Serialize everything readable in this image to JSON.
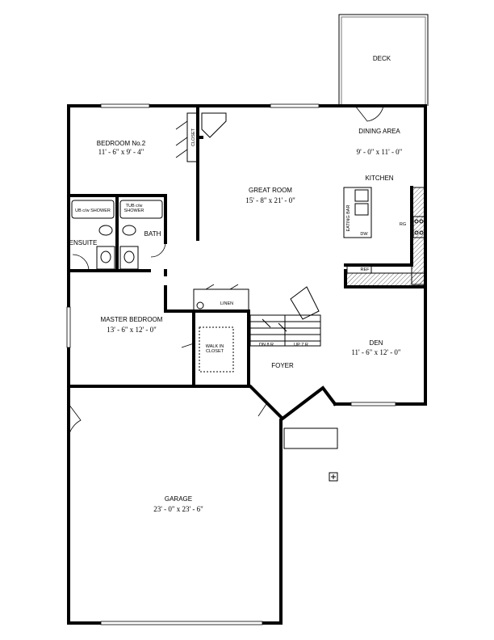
{
  "rooms": {
    "deck": {
      "name": "DECK"
    },
    "dining": {
      "name": "DINING AREA",
      "size": "9' - 0\" x 11' - 0\""
    },
    "kitchen": {
      "name": "KITCHEN"
    },
    "bedroom2": {
      "name": "BEDROOM No.2",
      "size": "11' - 6\" x 9' - 4\""
    },
    "great_room": {
      "name": "GREAT ROOM",
      "size": "15' - 8\" x 21' - 0\""
    },
    "ensuite": {
      "name": "ENSUITE"
    },
    "bath": {
      "name": "BATH"
    },
    "master": {
      "name": "MASTER BEDROOM",
      "size": "13' - 6\" x 12' - 0\""
    },
    "den": {
      "name": "DEN",
      "size": "11' - 6\" x 12' - 0\""
    },
    "foyer": {
      "name": "FOYER"
    },
    "garage": {
      "name": "GARAGE",
      "size": "23' - 0\" x 23' - 6\""
    }
  },
  "fixtures": {
    "closet": "CLOSET",
    "shower_left": "UB c/w SHOWER",
    "tub_line1": "TUB c/w",
    "tub_line2": "SHOWER",
    "linen": "LINEN",
    "walk_in_line1": "WALK IN",
    "walk_in_line2": "CLOSET",
    "eating_bar": "EATING BAR",
    "dw": "DW",
    "rg": "RG",
    "ref": "REF",
    "stairs_down": "DN 8 R",
    "stairs_up": "UP 7 R"
  }
}
